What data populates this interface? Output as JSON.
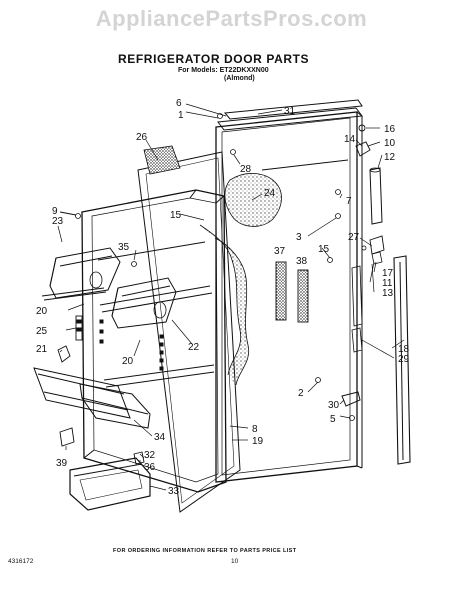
{
  "watermark": "AppliancePartsPros.com",
  "header": {
    "title": "REFRIGERATOR DOOR PARTS",
    "model": "For Models: ET22DKXXN00",
    "color": "(Almond)"
  },
  "footer": {
    "order_note": "FOR ORDERING INFORMATION REFER TO PARTS PRICE LIST",
    "part_number": "4316172",
    "page": "10"
  },
  "callouts": [
    "1",
    "2",
    "3",
    "5",
    "6",
    "7",
    "8",
    "9",
    "10",
    "11",
    "12",
    "13",
    "14",
    "15",
    "16",
    "17",
    "18",
    "19",
    "20",
    "21",
    "22",
    "23",
    "24",
    "25",
    "26",
    "27",
    "28",
    "29",
    "30",
    "31",
    "32",
    "33",
    "34",
    "35",
    "36",
    "37",
    "38",
    "39"
  ],
  "callout_items": [
    {
      "num": "6"
    },
    {
      "num": "1"
    },
    {
      "num": "31"
    },
    {
      "num": "26"
    },
    {
      "num": "28"
    },
    {
      "num": "14"
    },
    {
      "num": "16"
    },
    {
      "num": "10"
    },
    {
      "num": "12"
    },
    {
      "num": "24"
    },
    {
      "num": "7"
    },
    {
      "num": "9"
    },
    {
      "num": "23"
    },
    {
      "num": "15"
    },
    {
      "num": "3"
    },
    {
      "num": "15"
    },
    {
      "num": "27"
    },
    {
      "num": "35"
    },
    {
      "num": "37"
    },
    {
      "num": "38"
    },
    {
      "num": "17"
    },
    {
      "num": "11"
    },
    {
      "num": "13"
    },
    {
      "num": "20"
    },
    {
      "num": "25"
    },
    {
      "num": "22"
    },
    {
      "num": "20"
    },
    {
      "num": "21"
    },
    {
      "num": "18"
    },
    {
      "num": "29"
    },
    {
      "num": "2"
    },
    {
      "num": "30"
    },
    {
      "num": "5"
    },
    {
      "num": "8"
    },
    {
      "num": "34"
    },
    {
      "num": "19"
    },
    {
      "num": "32"
    },
    {
      "num": "36"
    },
    {
      "num": "39"
    },
    {
      "num": "33"
    }
  ]
}
